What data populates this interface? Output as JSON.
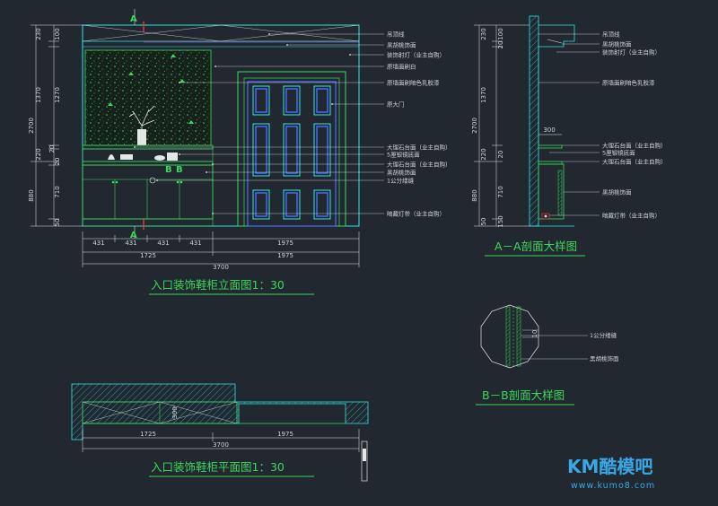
{
  "titles": {
    "elevation": "入口装饰鞋柜立面图1：30",
    "plan": "入口装饰鞋柜平面图1：30",
    "section_aa": "A－A剖面大样图",
    "section_bb": "B－B剖面大样图"
  },
  "elevation_vertical_dims": {
    "outer": [
      "2700",
      "880"
    ],
    "inner": [
      "230",
      "100",
      "1370",
      "1270",
      "220",
      "20",
      "20",
      "710",
      "50"
    ]
  },
  "elevation_horizontal_dims": {
    "row1": [
      "431",
      "431",
      "431",
      "431",
      "1975"
    ],
    "row2": [
      "1725",
      "1975"
    ],
    "total": "3700"
  },
  "elevation_callouts": [
    "吊顶线",
    "黑胡桃饰面",
    "装饰射灯（业主自购）",
    "原墙面刷白",
    "原墙面刷暗色乳胶漆",
    "原大门",
    "大理石台面（业主自购）",
    "5厘银镜底面",
    "大理石台面（业主自购）",
    "黑胡桃饰面",
    "1公分缕缝",
    "暗藏灯带（业主自购）"
  ],
  "section_aa_dims": {
    "outer": [
      "2700",
      "880"
    ],
    "inner": [
      "230",
      "100",
      "20",
      "1370",
      "220",
      "20",
      "710",
      "50",
      "150"
    ],
    "width": "300"
  },
  "section_aa_callouts": [
    "吊顶线",
    "黑胡桃饰面",
    "装饰射灯（业主自购）",
    "原墙面刷暗色乳胶漆",
    "大理石台面（业主自购）",
    "5厘银镜底面",
    "大理石台面（业主自购）",
    "黑胡桃饰面",
    "暗藏灯带（业主自购）"
  ],
  "section_bb": {
    "dim": "10",
    "callouts": [
      "1公分缕缝",
      "黑胡桃饰面"
    ]
  },
  "plan_dims": {
    "depth": "300",
    "row": [
      "1725",
      "1975"
    ],
    "total": "3700"
  },
  "markers": {
    "a": "A",
    "b": "B"
  },
  "watermark": {
    "brand": "KM酷模吧",
    "url": "www.kumo8.com"
  },
  "colors": {
    "background": "#212830",
    "cyan": "#2ee6e6",
    "green": "#3cd85c",
    "blue": "#4a6cff",
    "white": "#e6e6e6",
    "red": "#e83a3a",
    "magenta": "#d24ad2"
  }
}
